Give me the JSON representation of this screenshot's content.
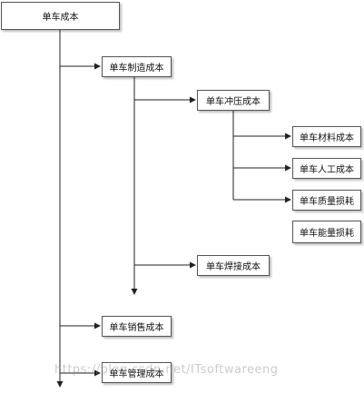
{
  "diagram": {
    "line_color": "#222222",
    "nodes": {
      "root": "单车成本",
      "manufacturing": "单车制造成本",
      "stamping": "单车冲压成本",
      "material": "单车材料成本",
      "labor": "单车人工成本",
      "quality_loss": "单车质量损耗",
      "energy_loss": "单车能量损耗",
      "welding": "单车焊接成本",
      "sales": "单车销售成本",
      "management": "单车管理成本"
    }
  },
  "watermark": "https://blog.csdn.net/ITsoftwareeng"
}
